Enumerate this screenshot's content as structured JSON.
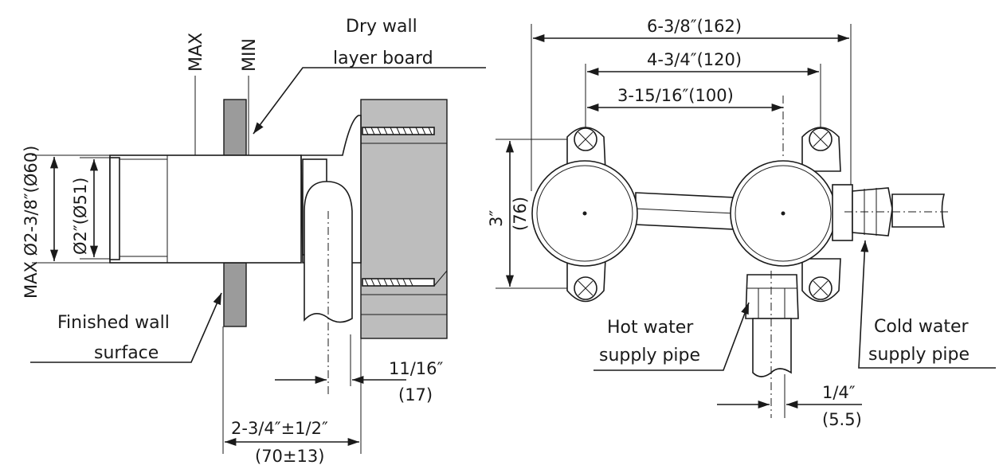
{
  "side_view": {
    "labels": {
      "max": "MAX",
      "min": "MIN",
      "drywall_1": "Dry wall",
      "drywall_2": "layer board",
      "finished_1": "Finished wall",
      "finished_2": "surface"
    },
    "dimensions": {
      "max_diameter": "MAX Ø2-3/8″(Ø60)",
      "diameter": "Ø2″(Ø51)",
      "offset_in": "11/16″",
      "offset_mm": "(17)",
      "depth_in": "2-3/4″±1/2″",
      "depth_mm": "(70±13)"
    }
  },
  "front_view": {
    "labels": {
      "hot_1": "Hot water",
      "hot_2": "supply pipe",
      "cold_1": "Cold water",
      "cold_2": "supply pipe"
    },
    "dimensions": {
      "overall": "6-3/8″(162)",
      "mounting": "4-3/4″(120)",
      "centers": "3-15/16″(100)",
      "height_in": "3″",
      "height_mm": "(76)",
      "pipe_in": "1/4″",
      "pipe_mm": "(5.5)"
    }
  },
  "colors": {
    "line": "#1a1a1a",
    "wall_fill": "#9b9b9b",
    "body_fill": "#bdbdbd"
  }
}
